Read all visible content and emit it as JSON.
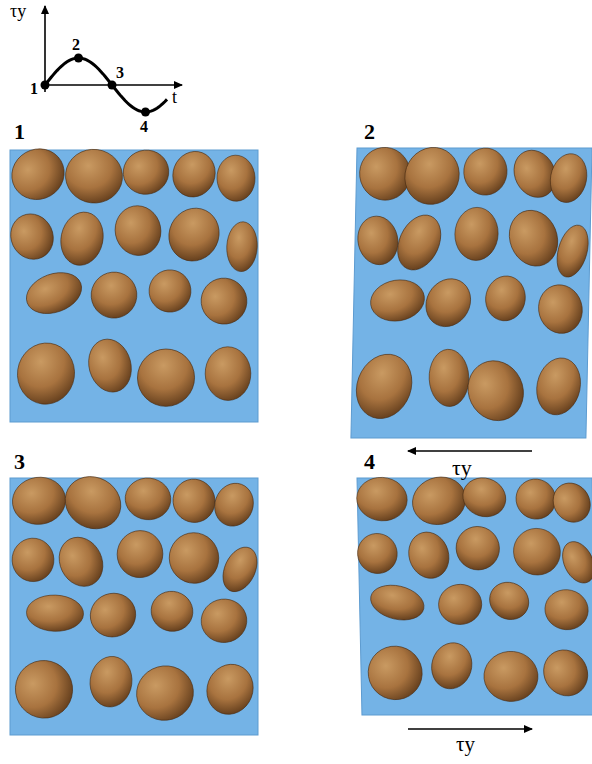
{
  "diagram": {
    "labels": [
      "τy",
      "t",
      "1",
      "2",
      "3",
      "4",
      "1",
      "2",
      "3",
      "4",
      "τy",
      "τy"
    ]
  }
}
